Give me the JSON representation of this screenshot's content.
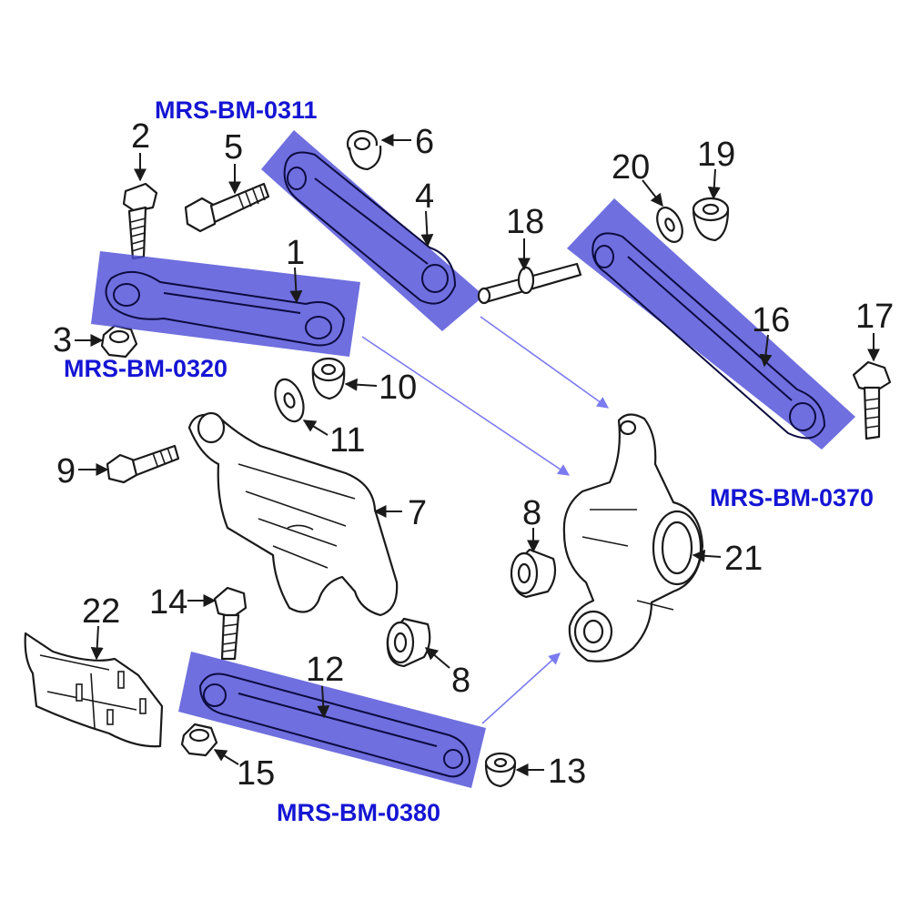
{
  "colors": {
    "highlight": "#4f4fd8",
    "code_text": "#1515d4",
    "connector": "#7b7bf0",
    "line_art": "#1a1a1a"
  },
  "part_codes": [
    {
      "id": "c311",
      "text": "MRS-BM-0311"
    },
    {
      "id": "c320",
      "text": "MRS-BM-0320"
    },
    {
      "id": "c370",
      "text": "MRS-BM-0370"
    },
    {
      "id": "c380",
      "text": "MRS-BM-0380"
    }
  ],
  "callouts": [
    {
      "id": "n1",
      "text": "1"
    },
    {
      "id": "n2",
      "text": "2"
    },
    {
      "id": "n3",
      "text": "3"
    },
    {
      "id": "n4",
      "text": "4"
    },
    {
      "id": "n5",
      "text": "5"
    },
    {
      "id": "n6",
      "text": "6"
    },
    {
      "id": "n7",
      "text": "7"
    },
    {
      "id": "n8a",
      "text": "8"
    },
    {
      "id": "n8b",
      "text": "8"
    },
    {
      "id": "n9",
      "text": "9"
    },
    {
      "id": "n10",
      "text": "10"
    },
    {
      "id": "n11",
      "text": "11"
    },
    {
      "id": "n12",
      "text": "12"
    },
    {
      "id": "n13",
      "text": "13"
    },
    {
      "id": "n14",
      "text": "14"
    },
    {
      "id": "n15",
      "text": "15"
    },
    {
      "id": "n16",
      "text": "16"
    },
    {
      "id": "n17",
      "text": "17"
    },
    {
      "id": "n18",
      "text": "18"
    },
    {
      "id": "n19",
      "text": "19"
    },
    {
      "id": "n20",
      "text": "20"
    },
    {
      "id": "n21",
      "text": "21"
    },
    {
      "id": "n22",
      "text": "22"
    }
  ]
}
